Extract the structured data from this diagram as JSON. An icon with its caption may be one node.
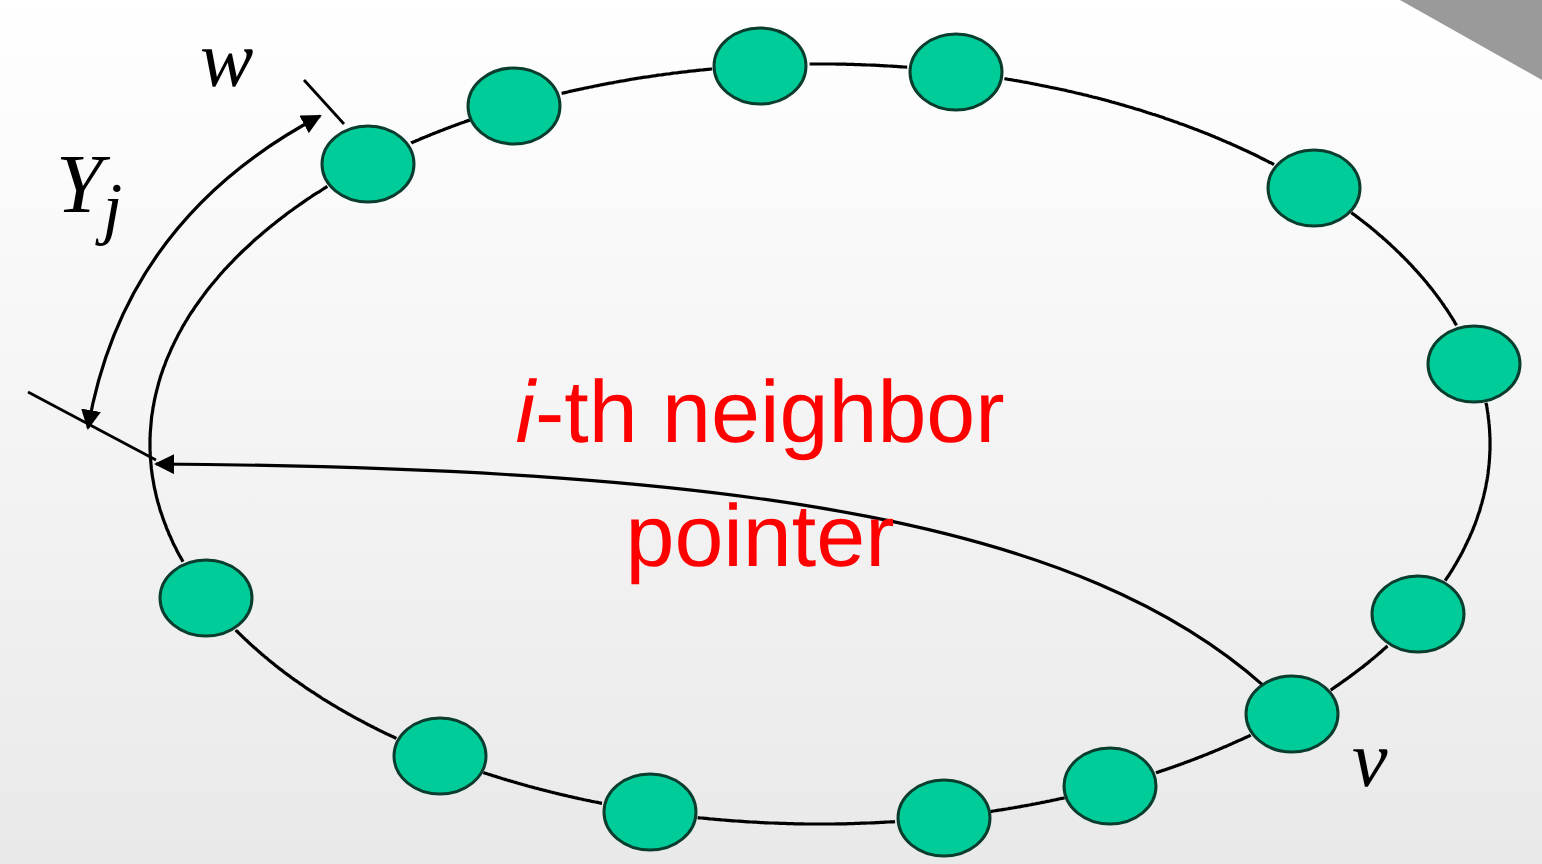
{
  "diagram": {
    "nodes": [
      {
        "text": [],
        "shape": "circle",
        "beside": [
          "w"
        ]
      },
      {
        "text": [],
        "shape": "circle"
      },
      {
        "text": [],
        "shape": "circle"
      },
      {
        "text": [],
        "shape": "circle"
      },
      {
        "text": [],
        "shape": "circle"
      },
      {
        "text": [],
        "shape": "circle"
      },
      {
        "text": [],
        "shape": "circle"
      },
      {
        "text": [],
        "shape": "circle",
        "beside": [
          "v"
        ]
      },
      {
        "text": [],
        "shape": "circle"
      },
      {
        "text": [],
        "shape": "circle"
      },
      {
        "text": [],
        "shape": "circle"
      },
      {
        "text": [],
        "shape": "circle"
      },
      {
        "text": [],
        "shape": "circle"
      }
    ],
    "edges": [
      {
        "from": 0,
        "to": 1,
        "arrow": "none"
      },
      {
        "from": 1,
        "to": 2,
        "arrow": "none"
      },
      {
        "from": 2,
        "to": 3,
        "arrow": "none"
      },
      {
        "from": 3,
        "to": 4,
        "arrow": "none"
      },
      {
        "from": 4,
        "to": 5,
        "arrow": "none"
      },
      {
        "from": 5,
        "to": 6,
        "arrow": "none"
      },
      {
        "from": 6,
        "to": 7,
        "arrow": "none"
      },
      {
        "from": 7,
        "to": 8,
        "arrow": "none"
      },
      {
        "from": 8,
        "to": 9,
        "arrow": "none"
      },
      {
        "from": 9,
        "to": 10,
        "arrow": "none"
      },
      {
        "from": 10,
        "to": 11,
        "arrow": "none"
      },
      {
        "from": 11,
        "to": 12,
        "arrow": "none"
      },
      {
        "from": 12,
        "to": 0,
        "arrow": "none"
      },
      {
        "from": 7,
        "to": null,
        "arrow": "to",
        "label": "*i*-th neighbor pointer",
        "color": "#000000"
      }
    ],
    "labels": [
      "Y$_{j}$"
    ]
  }
}
